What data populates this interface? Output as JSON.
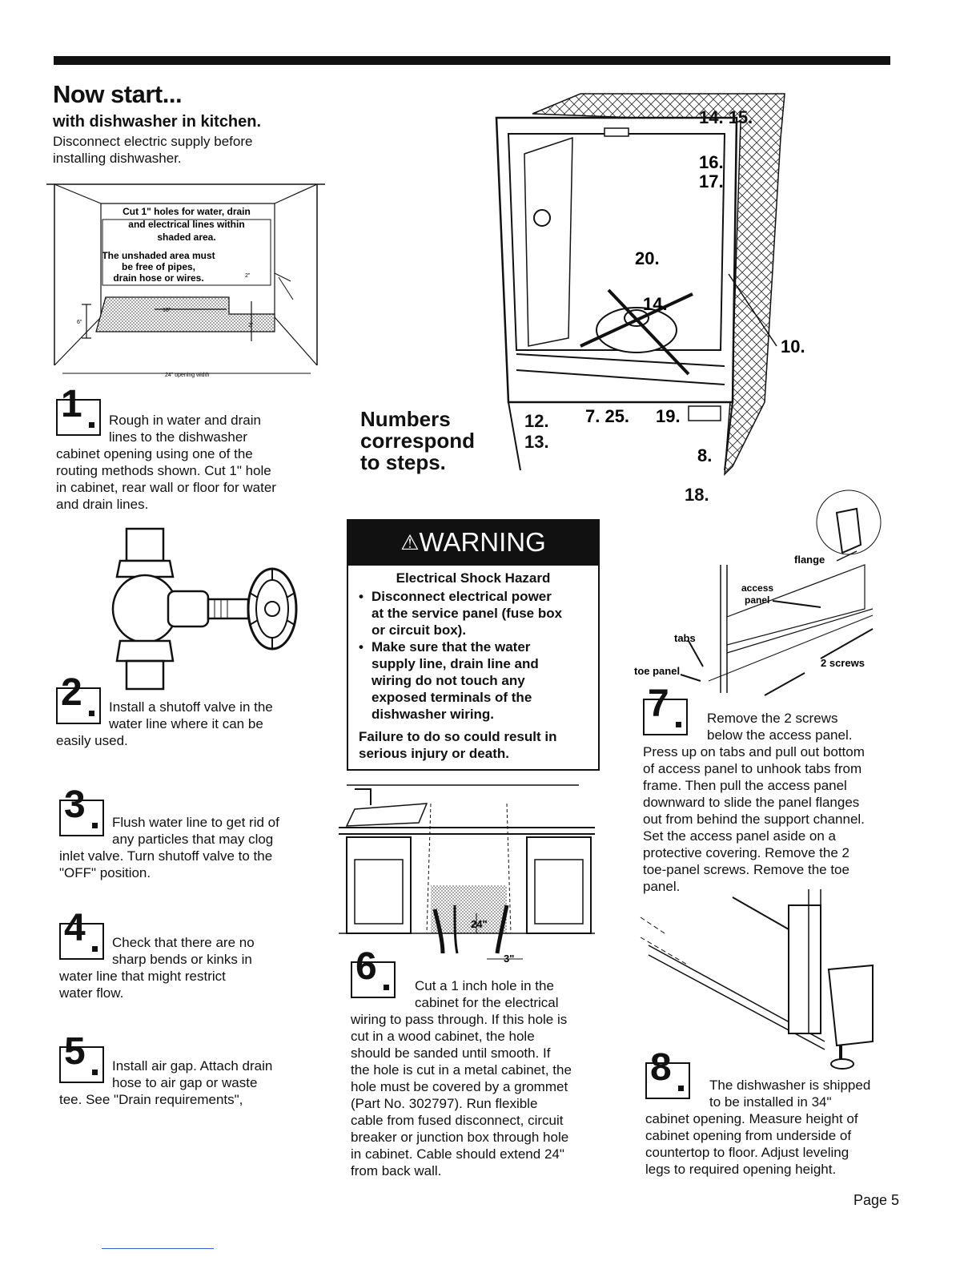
{
  "header": {
    "title": "Now start...",
    "subtitle": "with dishwasher in kitchen.",
    "intro": [
      "Disconnect electric supply before",
      "installing dishwasher."
    ]
  },
  "cabinet_diagram": {
    "note1": [
      "Cut 1\" holes for water, drain",
      "and electrical lines within",
      "shaded area."
    ],
    "note2": [
      "The unshaded area must",
      "be free of pipes,",
      "drain hose or wires."
    ],
    "dim_18": "18\"",
    "dim_2a": "2\"",
    "dim_2b": "2\"",
    "dim_6": "6\"",
    "opening": "24\" opening width"
  },
  "steps": [
    {
      "number": "1",
      "lines": [
        "Rough in water and drain",
        "lines to the dishwasher",
        "cabinet opening using one of the",
        "routing methods shown. Cut 1\" hole",
        "in cabinet, rear wall or floor for water",
        "and drain  lines."
      ]
    },
    {
      "number": "2",
      "lines": [
        "Install a shutoff valve in the",
        "water line where it can be",
        "easily used."
      ]
    },
    {
      "number": "3",
      "lines": [
        "Flush water line to get rid of",
        "any particles that may clog",
        "inlet valve.  Turn shutoff valve to the",
        "\"OFF\" position."
      ]
    },
    {
      "number": "4",
      "lines": [
        "Check that there are no",
        "sharp bends or kinks in",
        "water line that might restrict",
        "water flow."
      ]
    },
    {
      "number": "5",
      "lines": [
        "Install air gap.  Attach drain",
        "hose to air gap or waste",
        "tee.  See \"Drain requirements\","
      ]
    },
    {
      "number": "6",
      "lines": [
        "Cut a 1 inch hole in the",
        "cabinet for the electrical",
        "wiring to pass through.  If this hole is",
        "cut in a wood cabinet, the hole",
        "should be sanded until smooth.  If",
        "the hole is cut in a metal cabinet, the",
        "hole must be covered by a grommet",
        "(Part No. 302797).   Run flexible",
        "cable from fused disconnect, circuit",
        "breaker or junction box through hole",
        "in cabinet. Cable should extend 24\"",
        "from back wall."
      ]
    },
    {
      "number": "7",
      "lines": [
        "Remove the 2 screws",
        "below the access panel.",
        "Press up on tabs and pull out bottom",
        "of access panel to unhook tabs from",
        "frame.  Then pull the access panel",
        "downward to slide the panel flanges",
        "out from behind the support channel.",
        "Set the access panel aside on a",
        "protective covering.  Remove the 2",
        "toe-panel screws.  Remove the toe",
        "panel."
      ]
    },
    {
      "number": "8",
      "lines": [
        "The dishwasher is shipped",
        "to be installed in 34\"",
        "cabinet opening.  Measure height of",
        "cabinet opening from underside of",
        "countertop to floor.  Adjust leveling",
        "legs to required opening height."
      ]
    }
  ],
  "numbers_note": [
    "Numbers",
    "correspond",
    "to steps."
  ],
  "callouts": {
    "c1415": "14. 15.",
    "c16": "16.",
    "c17": "17.",
    "c20": "20.",
    "c14": "14.",
    "c10": "10.",
    "c12": "12.",
    "c13": "13.",
    "c7": "7. 25.",
    "c19": "19.",
    "c8": "8.",
    "c18": "18."
  },
  "warning": {
    "heading": "WARNING",
    "title": "Electrical Shock Hazard",
    "bullets": [
      [
        "Disconnect electrical power",
        "at the service panel (fuse box",
        "or circuit box)."
      ],
      [
        "Make sure that the water",
        "supply line, drain line and",
        "wiring do not touch any",
        "exposed terminals of the",
        "dishwasher wiring."
      ]
    ],
    "footer": [
      "Failure to do so could result in",
      "serious injury or death."
    ]
  },
  "panel_diagram": {
    "flange": "flange",
    "access_panel": [
      "access",
      "panel"
    ],
    "tabs": "tabs",
    "toe_panel": "toe panel",
    "screws": "2 screws"
  },
  "hole_diagram": {
    "dim_24": "24\"",
    "dim_3": "3\""
  },
  "page_label": "Page 5"
}
